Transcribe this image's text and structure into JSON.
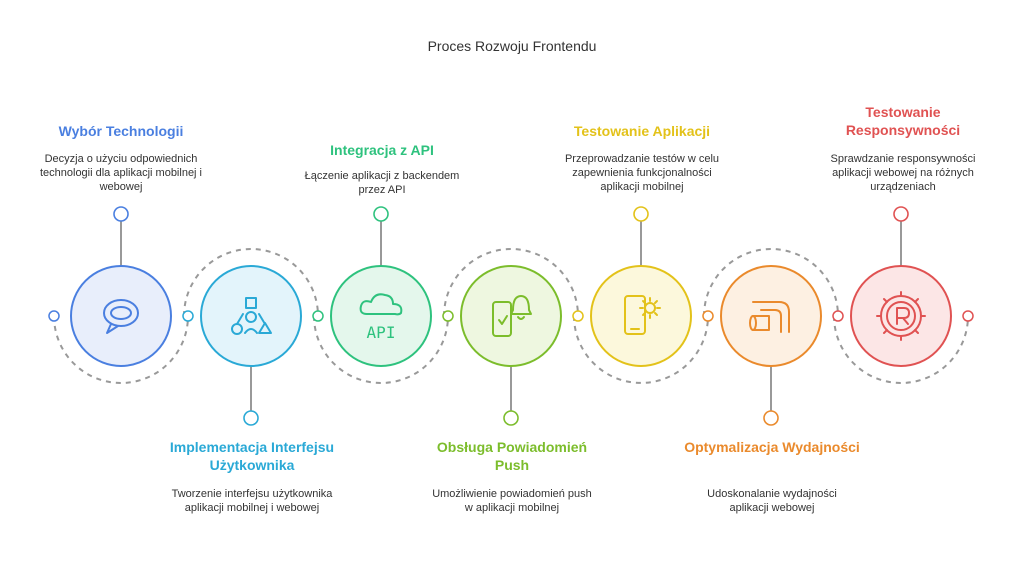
{
  "title": "Proces Rozwoju Frontendu",
  "steps": [
    {
      "label": "Wybór Technologii",
      "desc": "Decyzja o użyciu odpowiednich technologii dla aplikacji mobilnej i webowej",
      "color": "#4a7fe0",
      "fill": "#e8eefb",
      "icon": "chat-bubble-icon"
    },
    {
      "label": "Implementacja Interfejsu Użytkownika",
      "desc": "Tworzenie interfejsu użytkownika aplikacji mobilnej i webowej",
      "color": "#2aa9d6",
      "fill": "#e3f4fb",
      "icon": "shapes-icon"
    },
    {
      "label": "Integracja z API",
      "desc": "Łączenie aplikacji z backendem przez API",
      "color": "#2ec27e",
      "fill": "#e4f7ec",
      "icon": "cloud-api-icon"
    },
    {
      "label": "Obsługa Powiadomień Push",
      "desc": "Umożliwienie powiadomień push w aplikacji mobilnej",
      "color": "#7cbd2c",
      "fill": "#eef7e0",
      "icon": "phone-bell-icon"
    },
    {
      "label": "Testowanie Aplikacji",
      "desc": "Przeprowadzanie testów w celu zapewnienia funkcjonalności aplikacji mobilnej",
      "color": "#e3c21a",
      "fill": "#fcf8dc",
      "icon": "phone-gear-icon"
    },
    {
      "label": "Optymalizacja Wydajności",
      "desc": "Udoskonalanie wydajności aplikacji webowej",
      "color": "#ea8a2c",
      "fill": "#fdf0e2",
      "icon": "pipe-icon"
    },
    {
      "label": "Testowanie Responsywności",
      "desc": "Sprawdzanie responsywności aplikacji webowej na różnych urządzeniach",
      "color": "#e05252",
      "fill": "#fce6e6",
      "icon": "registered-gear-icon"
    }
  ]
}
